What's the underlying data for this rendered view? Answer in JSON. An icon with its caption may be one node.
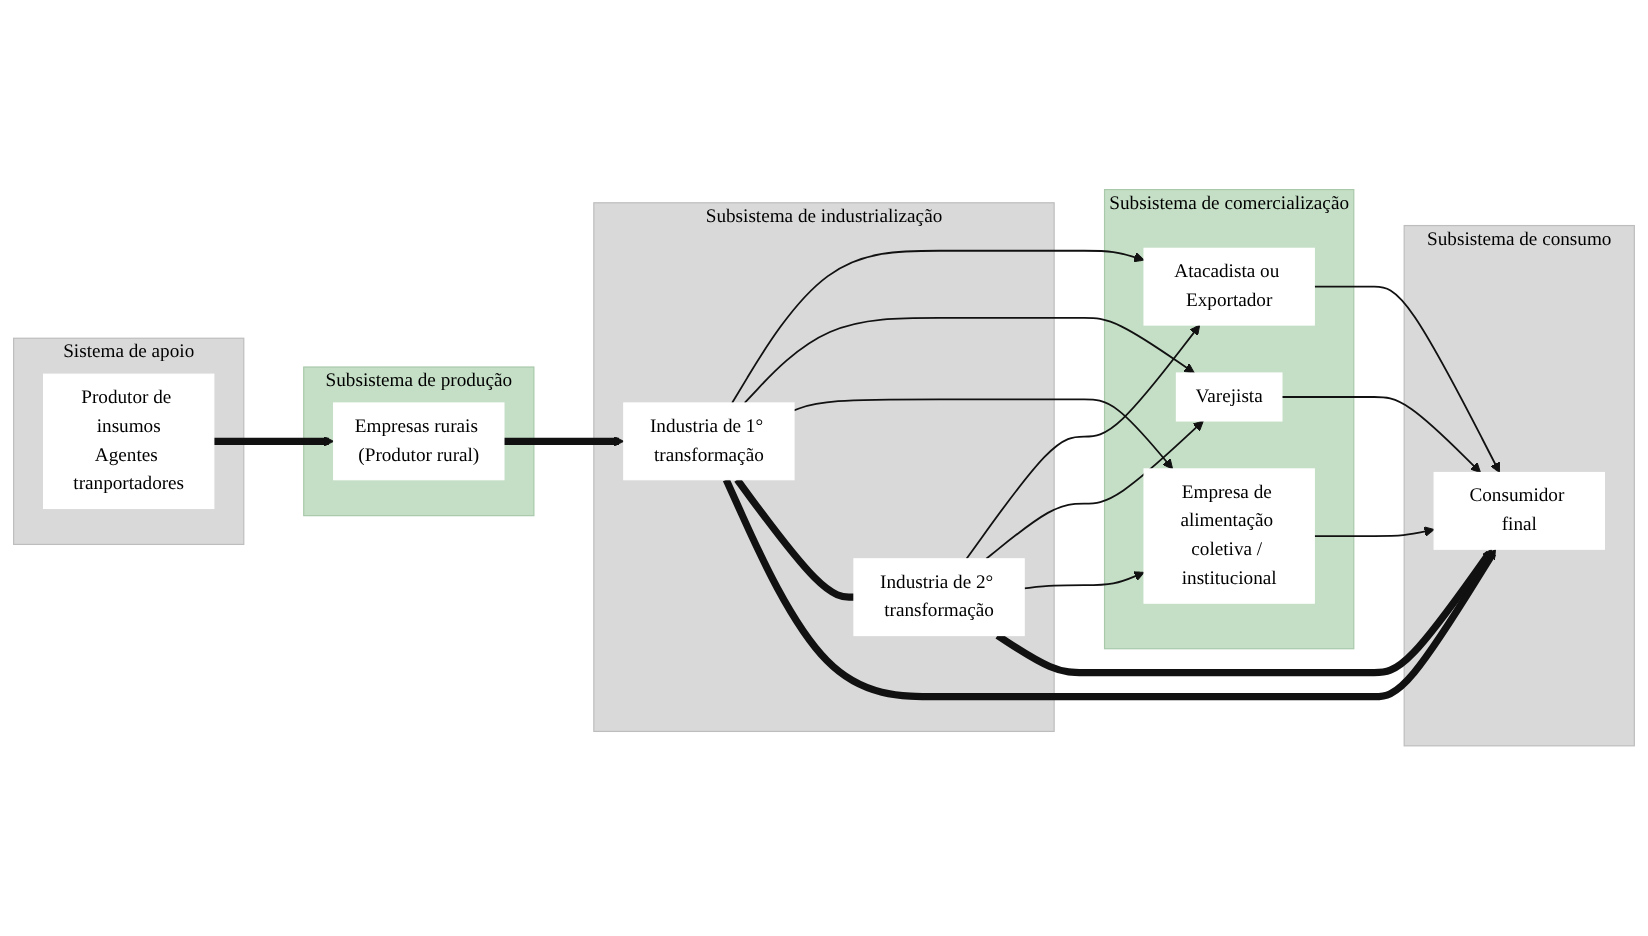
{
  "diagram": {
    "nodes": [
      {
        "text": [
          "Sistema de apoio"
        ]
      },
      {
        "text": [
          "Produtor de insumos",
          "Agentes tranportadores"
        ],
        "in": 0
      },
      {
        "text": [
          "Subsistema de produção"
        ]
      },
      {
        "text": [
          "Empresas rurais (Produtor rural)"
        ],
        "in": 2
      },
      {
        "text": [
          "Subsistema de industrialização"
        ]
      },
      {
        "text": [
          "Industria de 1° transformação"
        ],
        "in": 4
      },
      {
        "text": [
          "Industria de 2° transformação"
        ],
        "in": 4
      },
      {
        "text": [
          "Subsistema de comercialização"
        ]
      },
      {
        "text": [
          "Atacadista ou Exportador"
        ],
        "in": 7
      },
      {
        "text": [
          "Varejista"
        ],
        "in": 7
      },
      {
        "text": [
          "Empresa de alimentação coletiva / institucional"
        ],
        "in": 7
      },
      {
        "text": [
          "Subsistema de consumo"
        ]
      },
      {
        "text": [
          "Consumidor final"
        ],
        "in": 11
      }
    ],
    "edges": [
      {
        "from": 1,
        "to": 3,
        "arrow": "to",
        "style": "thick"
      },
      {
        "from": 3,
        "to": 5,
        "arrow": "to",
        "style": "thick"
      },
      {
        "from": 5,
        "to": 8,
        "arrow": "to"
      },
      {
        "from": 5,
        "to": 9,
        "arrow": "to"
      },
      {
        "from": 5,
        "to": 10,
        "arrow": "to"
      },
      {
        "from": 6,
        "to": 8,
        "arrow": "to"
      },
      {
        "from": 6,
        "to": 9,
        "arrow": "to"
      },
      {
        "from": 6,
        "to": 10,
        "arrow": "to"
      },
      {
        "from": 5,
        "to": 6,
        "arrow": "none",
        "style": "thick"
      },
      {
        "from": 8,
        "to": 12,
        "arrow": "to"
      },
      {
        "from": 9,
        "to": 12,
        "arrow": "to"
      },
      {
        "from": 10,
        "to": 12,
        "arrow": "to"
      },
      {
        "from": 5,
        "to": 12,
        "arrow": "to",
        "style": "thick"
      },
      {
        "from": 6,
        "to": 12,
        "arrow": "to",
        "style": "thick"
      }
    ]
  }
}
